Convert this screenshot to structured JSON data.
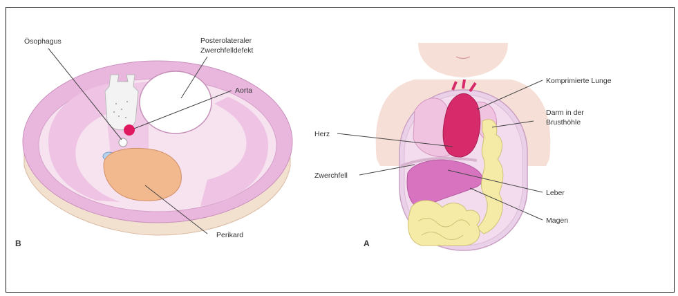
{
  "figure": {
    "panel_b": {
      "letter": "B",
      "labels": {
        "oesophagus": "Ösophagus",
        "defect_line1": "Posterolateraler",
        "defect_line2": "Zwerchfelldefekt",
        "aorta": "Aorta",
        "pericardium": "Perikard"
      }
    },
    "panel_a": {
      "letter": "A",
      "labels": {
        "lung": "Komprimierte Lunge",
        "bowel_line1": "Darm in der",
        "bowel_line2": "Brusthöhle",
        "heart": "Herz",
        "diaphragm": "Zwerchfell",
        "liver": "Leber",
        "stomach": "Magen"
      }
    }
  },
  "colors": {
    "tissue_pink": "#e9b7de",
    "tissue_light": "#f4d6ec",
    "tissue_pale": "#f8e6f2",
    "skin": "#f6dfd6",
    "base": "#f5e4d4",
    "pericardium": "#f2b98f",
    "aorta": "#e0185f",
    "heart": "#d62a6a",
    "liver": "#d873c0",
    "intestine": "#f5eba6",
    "lung": "#f0c4e0"
  }
}
